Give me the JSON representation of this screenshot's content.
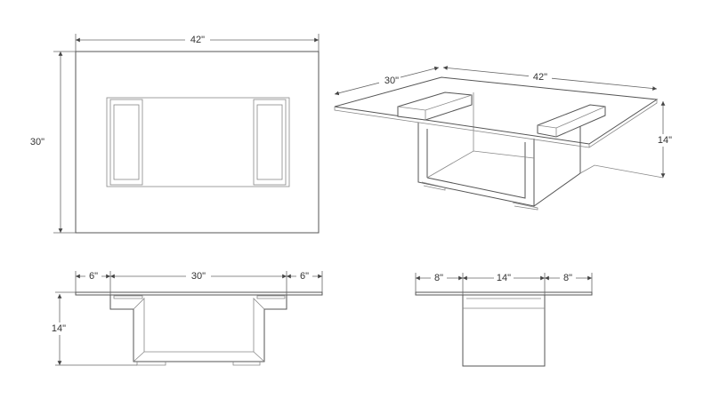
{
  "top_view": {
    "width_label": "42\"",
    "depth_label": "30\""
  },
  "perspective_view": {
    "depth_label": "30\"",
    "width_label": "42\"",
    "height_label": "14\""
  },
  "front_view": {
    "left_overhang_label": "6\"",
    "base_width_label": "30\"",
    "right_overhang_label": "6\"",
    "height_label": "14\""
  },
  "side_view": {
    "left_overhang_label": "8\"",
    "base_depth_label": "14\"",
    "right_overhang_label": "8\""
  },
  "colors": {
    "line": "#555555",
    "background": "#ffffff"
  }
}
